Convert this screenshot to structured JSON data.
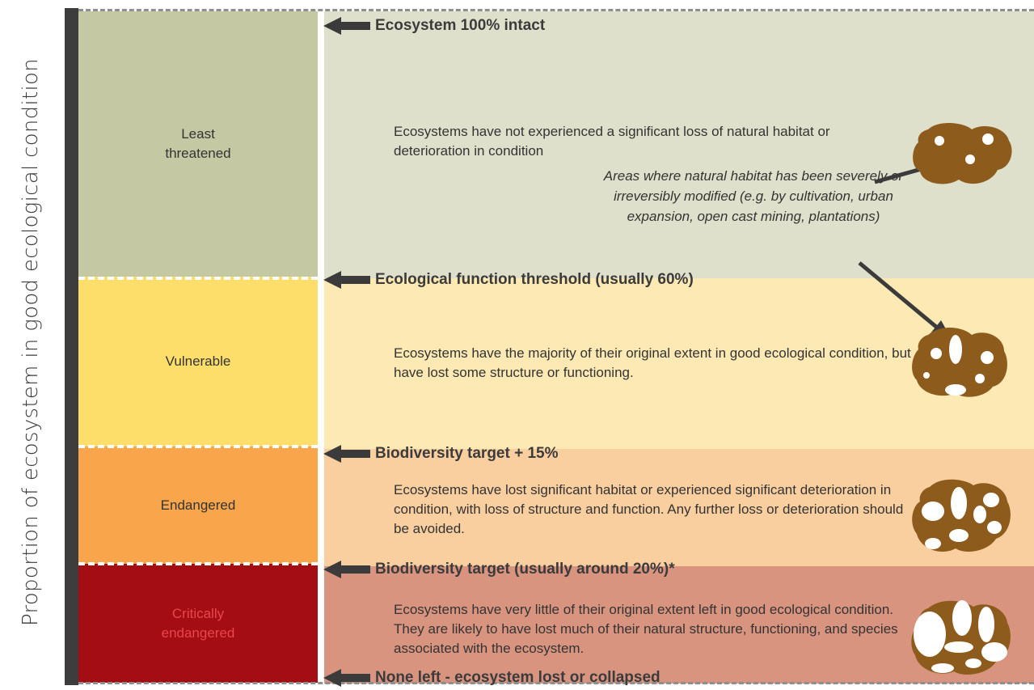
{
  "y_axis_label": "Proportion of ecosystem in good ecological condition",
  "categories": [
    {
      "label": "Least threatened",
      "band_color": "#c5c9a3",
      "desc_color": "#dfe0cb",
      "text_color": "#333333",
      "description": "Ecosystems have not experienced a significant loss of natural habitat or deterioration in condition"
    },
    {
      "label": "Vulnerable",
      "band_color": "#fede6b",
      "desc_color": "#fde9b3",
      "text_color": "#333333",
      "description": "Ecosystems have the majority of their original extent in good ecological condition, but have lost some structure or functioning."
    },
    {
      "label": "Endangered",
      "band_color": "#f8a54c",
      "desc_color": "#facfa0",
      "text_color": "#333333",
      "description": "Ecosystems have lost significant habitat or experienced significant deterioration in condition, with loss of structure and function. Any further loss or deterioration should be avoided."
    },
    {
      "label": "Critically endangered",
      "band_color": "#a30d13",
      "desc_color": "#d99480",
      "text_color": "#e8474c",
      "description": "Ecosystems have very little of their original extent left in good ecological condition. They are likely to have lost much of their natural structure, functioning, and species associated with the ecosystem."
    }
  ],
  "thresholds": [
    "Ecosystem 100% intact",
    "Ecological function threshold (usually 60%)",
    "Biodiversity target + 15%",
    "Biodiversity target (usually around 20%)*",
    "None left - ecosystem lost or collapsed"
  ],
  "annotation": "Areas where natural habitat has been severely or irreversibly modified (e.g. by cultivation, urban expansion, open cast mining, plantations)",
  "colors": {
    "arrow": "#3b3b3b",
    "blob": "#8d5c1c",
    "axis_bar": "#3d3d3d"
  }
}
